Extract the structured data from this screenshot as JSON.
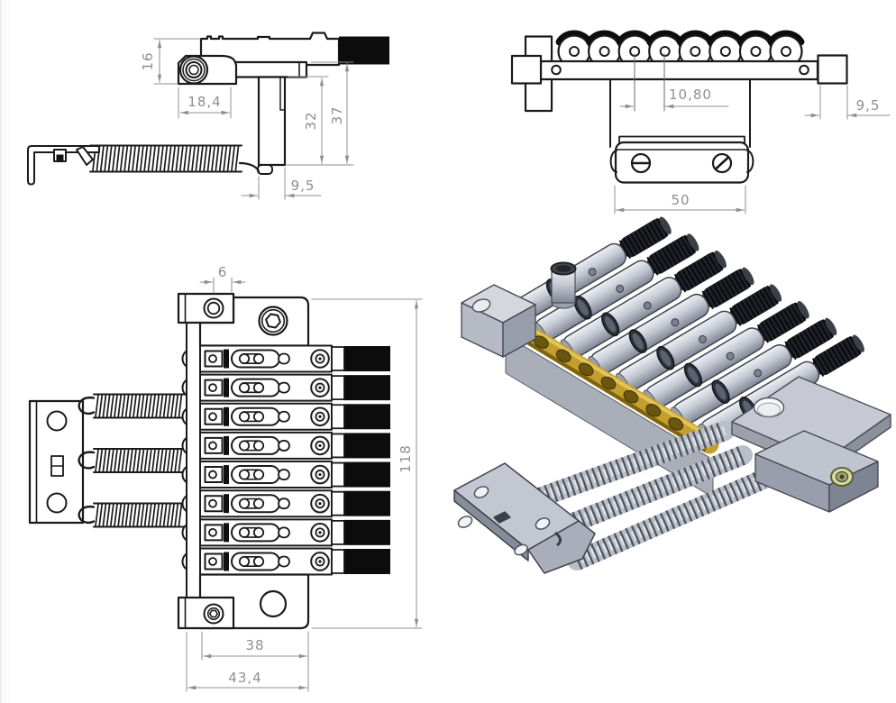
{
  "drawing": {
    "type": "CAD technical drawing - 8-string guitar tremolo bridge",
    "counts": {
      "strings": 8,
      "springs": 3
    },
    "dims": {
      "side": {
        "saddle_height": "16",
        "saddle_length": "18,4",
        "block_inner": "32",
        "block_outer": "37",
        "block_width": "9,5"
      },
      "front": {
        "string_pitch": "10,80",
        "end_block": "9,5",
        "block_length": "50"
      },
      "top": {
        "hole_offset": "6",
        "total_length": "118",
        "mount_span": "38",
        "total_width": "43,4"
      }
    },
    "colors": {
      "line": "#1a1a1a",
      "dim": "#8f8f8f",
      "fill_black": "#0c0c0c",
      "metal_light": "#eceff4",
      "metal_mid": "#c6cad4",
      "metal_dark": "#7f8694",
      "brass": "#c59f2d",
      "brass_dark": "#6b560f",
      "knurl_black": "#202229",
      "background": "#ffffff"
    }
  }
}
